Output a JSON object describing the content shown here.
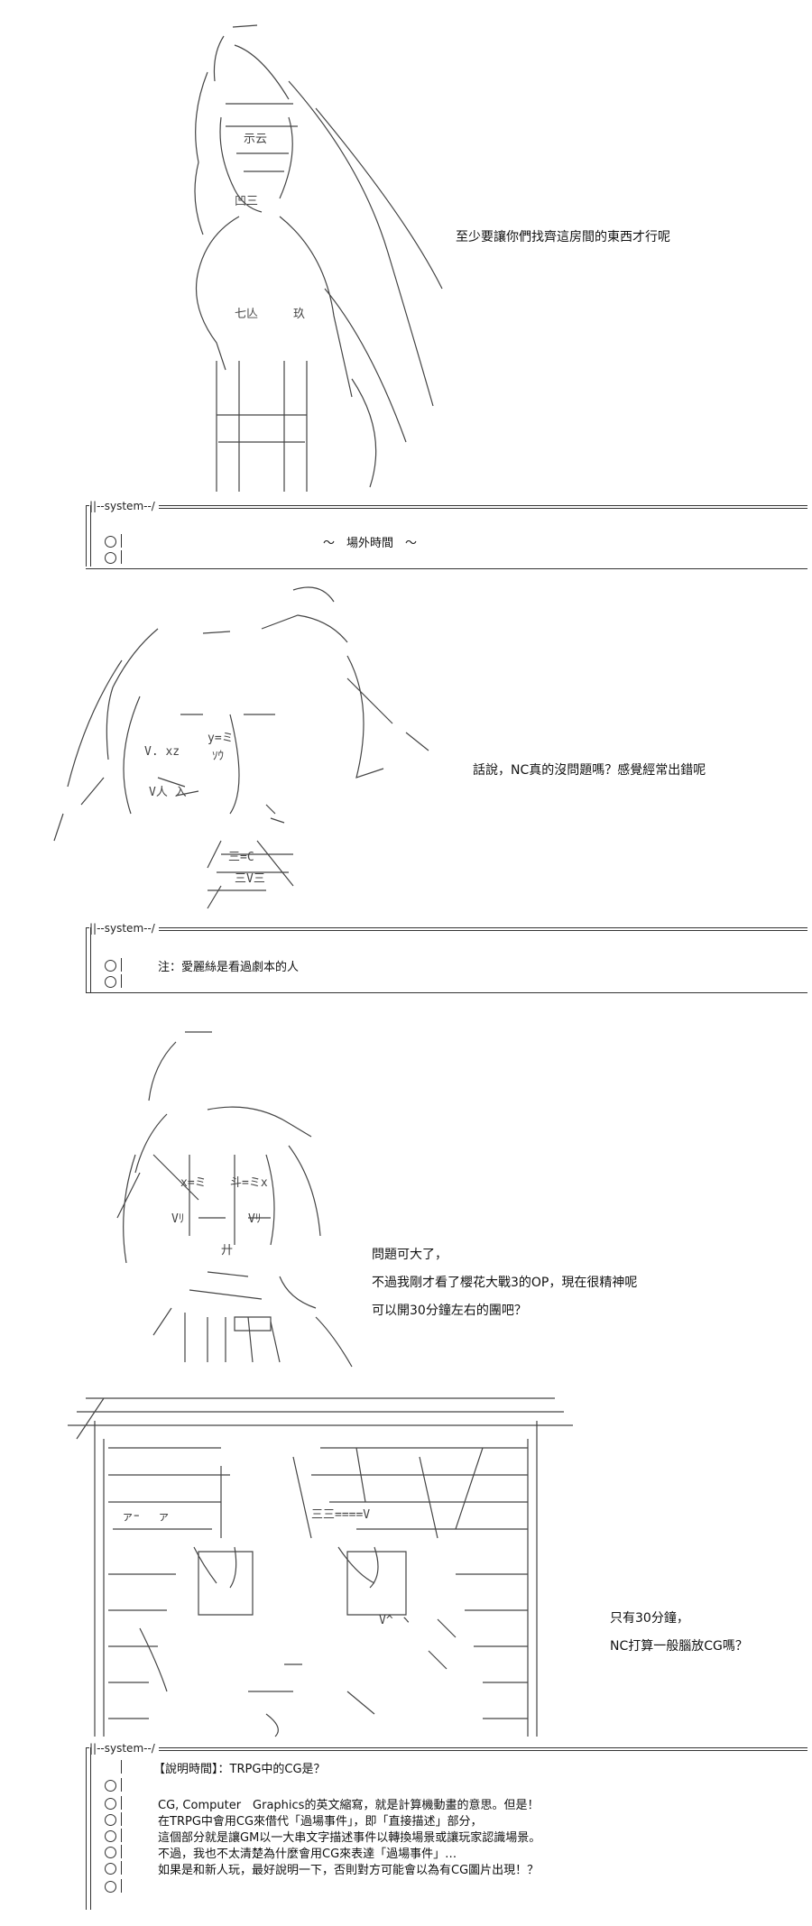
{
  "panels": [
    {
      "dialogue": [
        "至少要讓你們找齊這房間的東西才行呢"
      ]
    },
    {
      "dialogue": [
        "話說，NC真的沒問題嗎？感覺經常出錯呢"
      ]
    },
    {
      "dialogue": [
        "問題可大了，",
        "不過我剛才看了櫻花大戰3的OP，現在很精神呢",
        "可以開30分鐘左右的團吧？"
      ]
    },
    {
      "dialogue": [
        "只有30分鐘，",
        "NC打算一般腦放CG嗎？"
      ]
    }
  ],
  "systems": [
    {
      "label": "||--system--/",
      "caption": "～　場外時間　～"
    },
    {
      "label": "||--system--/",
      "lines": [
        "注：愛麗絲是看過劇本的人"
      ]
    },
    {
      "label": "||--system--/",
      "lines": [
        "【說明時間】：TRPG中的CG是？",
        "",
        "CG, Computer　Graphics的英文縮寫，就是計算機動畫的意思。但是！",
        "在TRPG中會用CG來借代「過場事件」，即「直接描述」部分，",
        "這個部分就是讓GM以一大串文字描述事件以轉換場景或讓玩家認識場景。",
        "不過，我也不太清楚為什麼會用CG來表達「過場事件」…",
        "如果是和新人玩，最好說明一下，否則對方可能會以為有CG圖片出現！？"
      ]
    }
  ]
}
